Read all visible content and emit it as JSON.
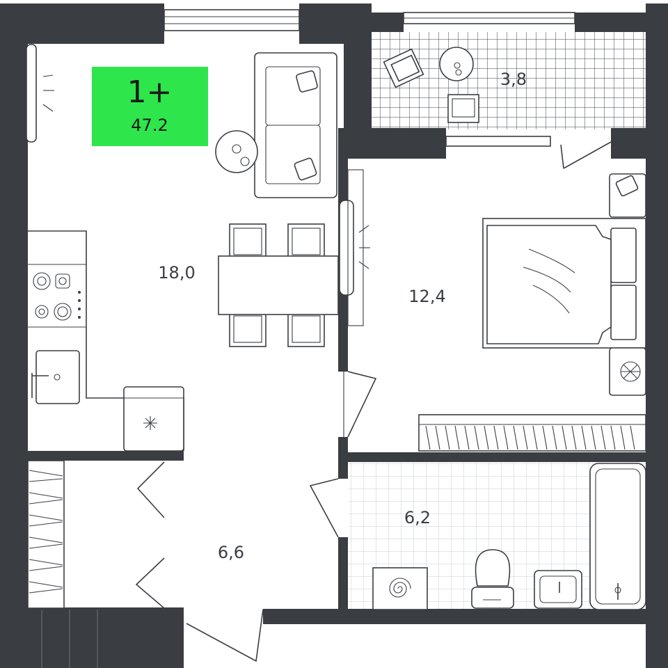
{
  "badge": {
    "rooms": "1+",
    "total_area": "47.2",
    "color": "#2ee64b"
  },
  "rooms": {
    "balcony": "3,8",
    "living_kitchen": "18,0",
    "bedroom": "12,4",
    "bathroom": "6,2",
    "hallway": "6,6"
  },
  "colors": {
    "wall": "#3a3d42",
    "background": "#ffffff"
  }
}
